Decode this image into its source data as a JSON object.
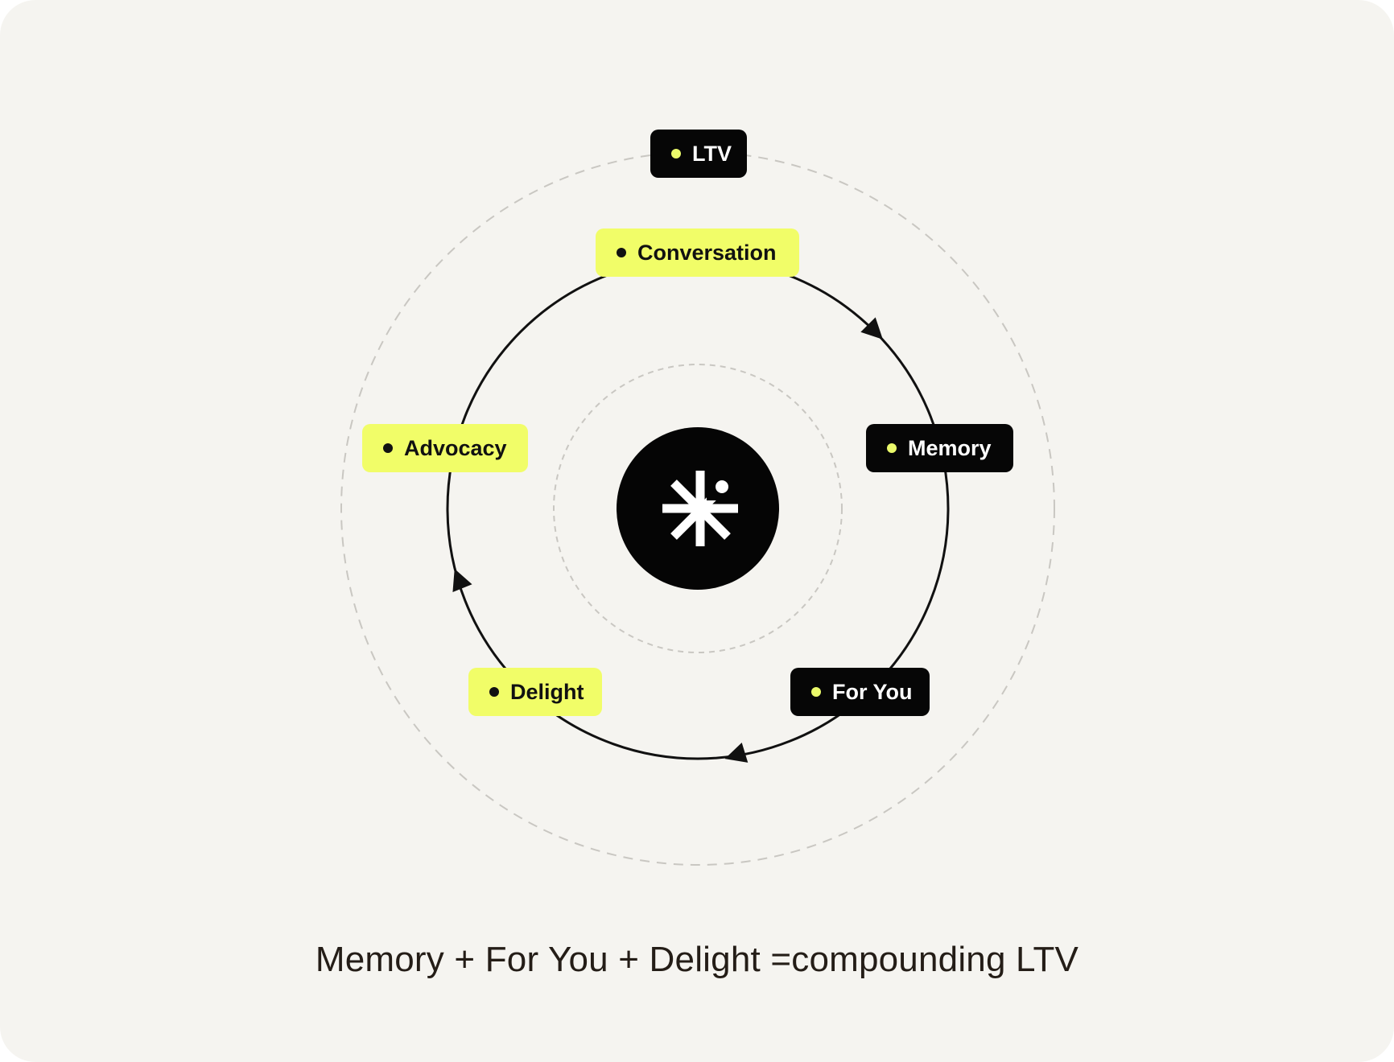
{
  "diagram": {
    "outer_ring_label": "LTV",
    "cycle_nodes": [
      {
        "label": "Conversation",
        "style": "highlight"
      },
      {
        "label": "Memory",
        "style": "dark"
      },
      {
        "label": "For You",
        "style": "dark"
      },
      {
        "label": "Delight",
        "style": "highlight"
      },
      {
        "label": "Advocacy",
        "style": "highlight"
      }
    ],
    "center_icon": "asterisk-logo-icon",
    "flow_direction": "clockwise"
  },
  "caption": "Memory + For You + Delight =compounding LTV",
  "colors": {
    "background": "#f5f4f0",
    "highlight": "#f1fd68",
    "dark": "#060606",
    "accent_dot": "#eaf96a",
    "caption_text": "#241d17",
    "dashed_ring": "#c9c7c2"
  }
}
